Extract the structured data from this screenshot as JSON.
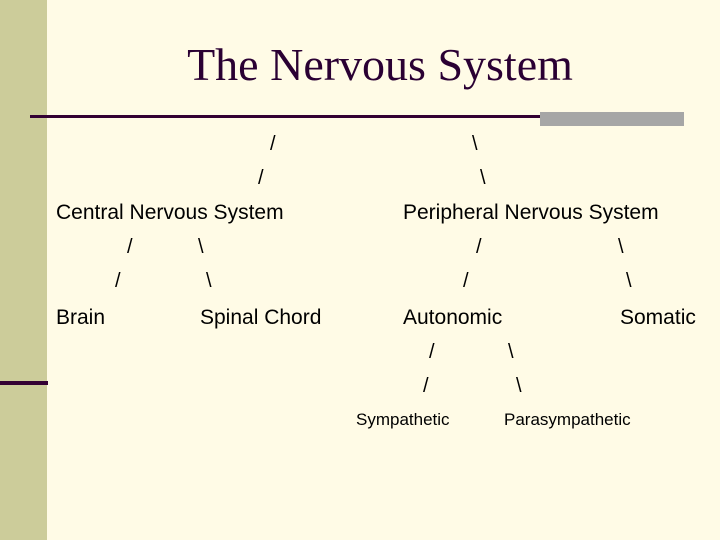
{
  "title": "The Nervous System",
  "connectors": {
    "fwd": "/",
    "back": "\\"
  },
  "nodes": {
    "cns": "Central Nervous System",
    "pns": "Peripheral Nervous System",
    "brain": "Brain",
    "spinal": "Spinal Chord",
    "autonomic": "Autonomic",
    "somatic": "Somatic",
    "sympathetic": "Sympathetic",
    "parasympathetic": "Parasympathetic"
  },
  "colors": {
    "background": "#fffbe6",
    "side_band": "#cccc9a",
    "rule": "#330033",
    "accent": "#a6a6a6",
    "title": "#2a0033"
  }
}
